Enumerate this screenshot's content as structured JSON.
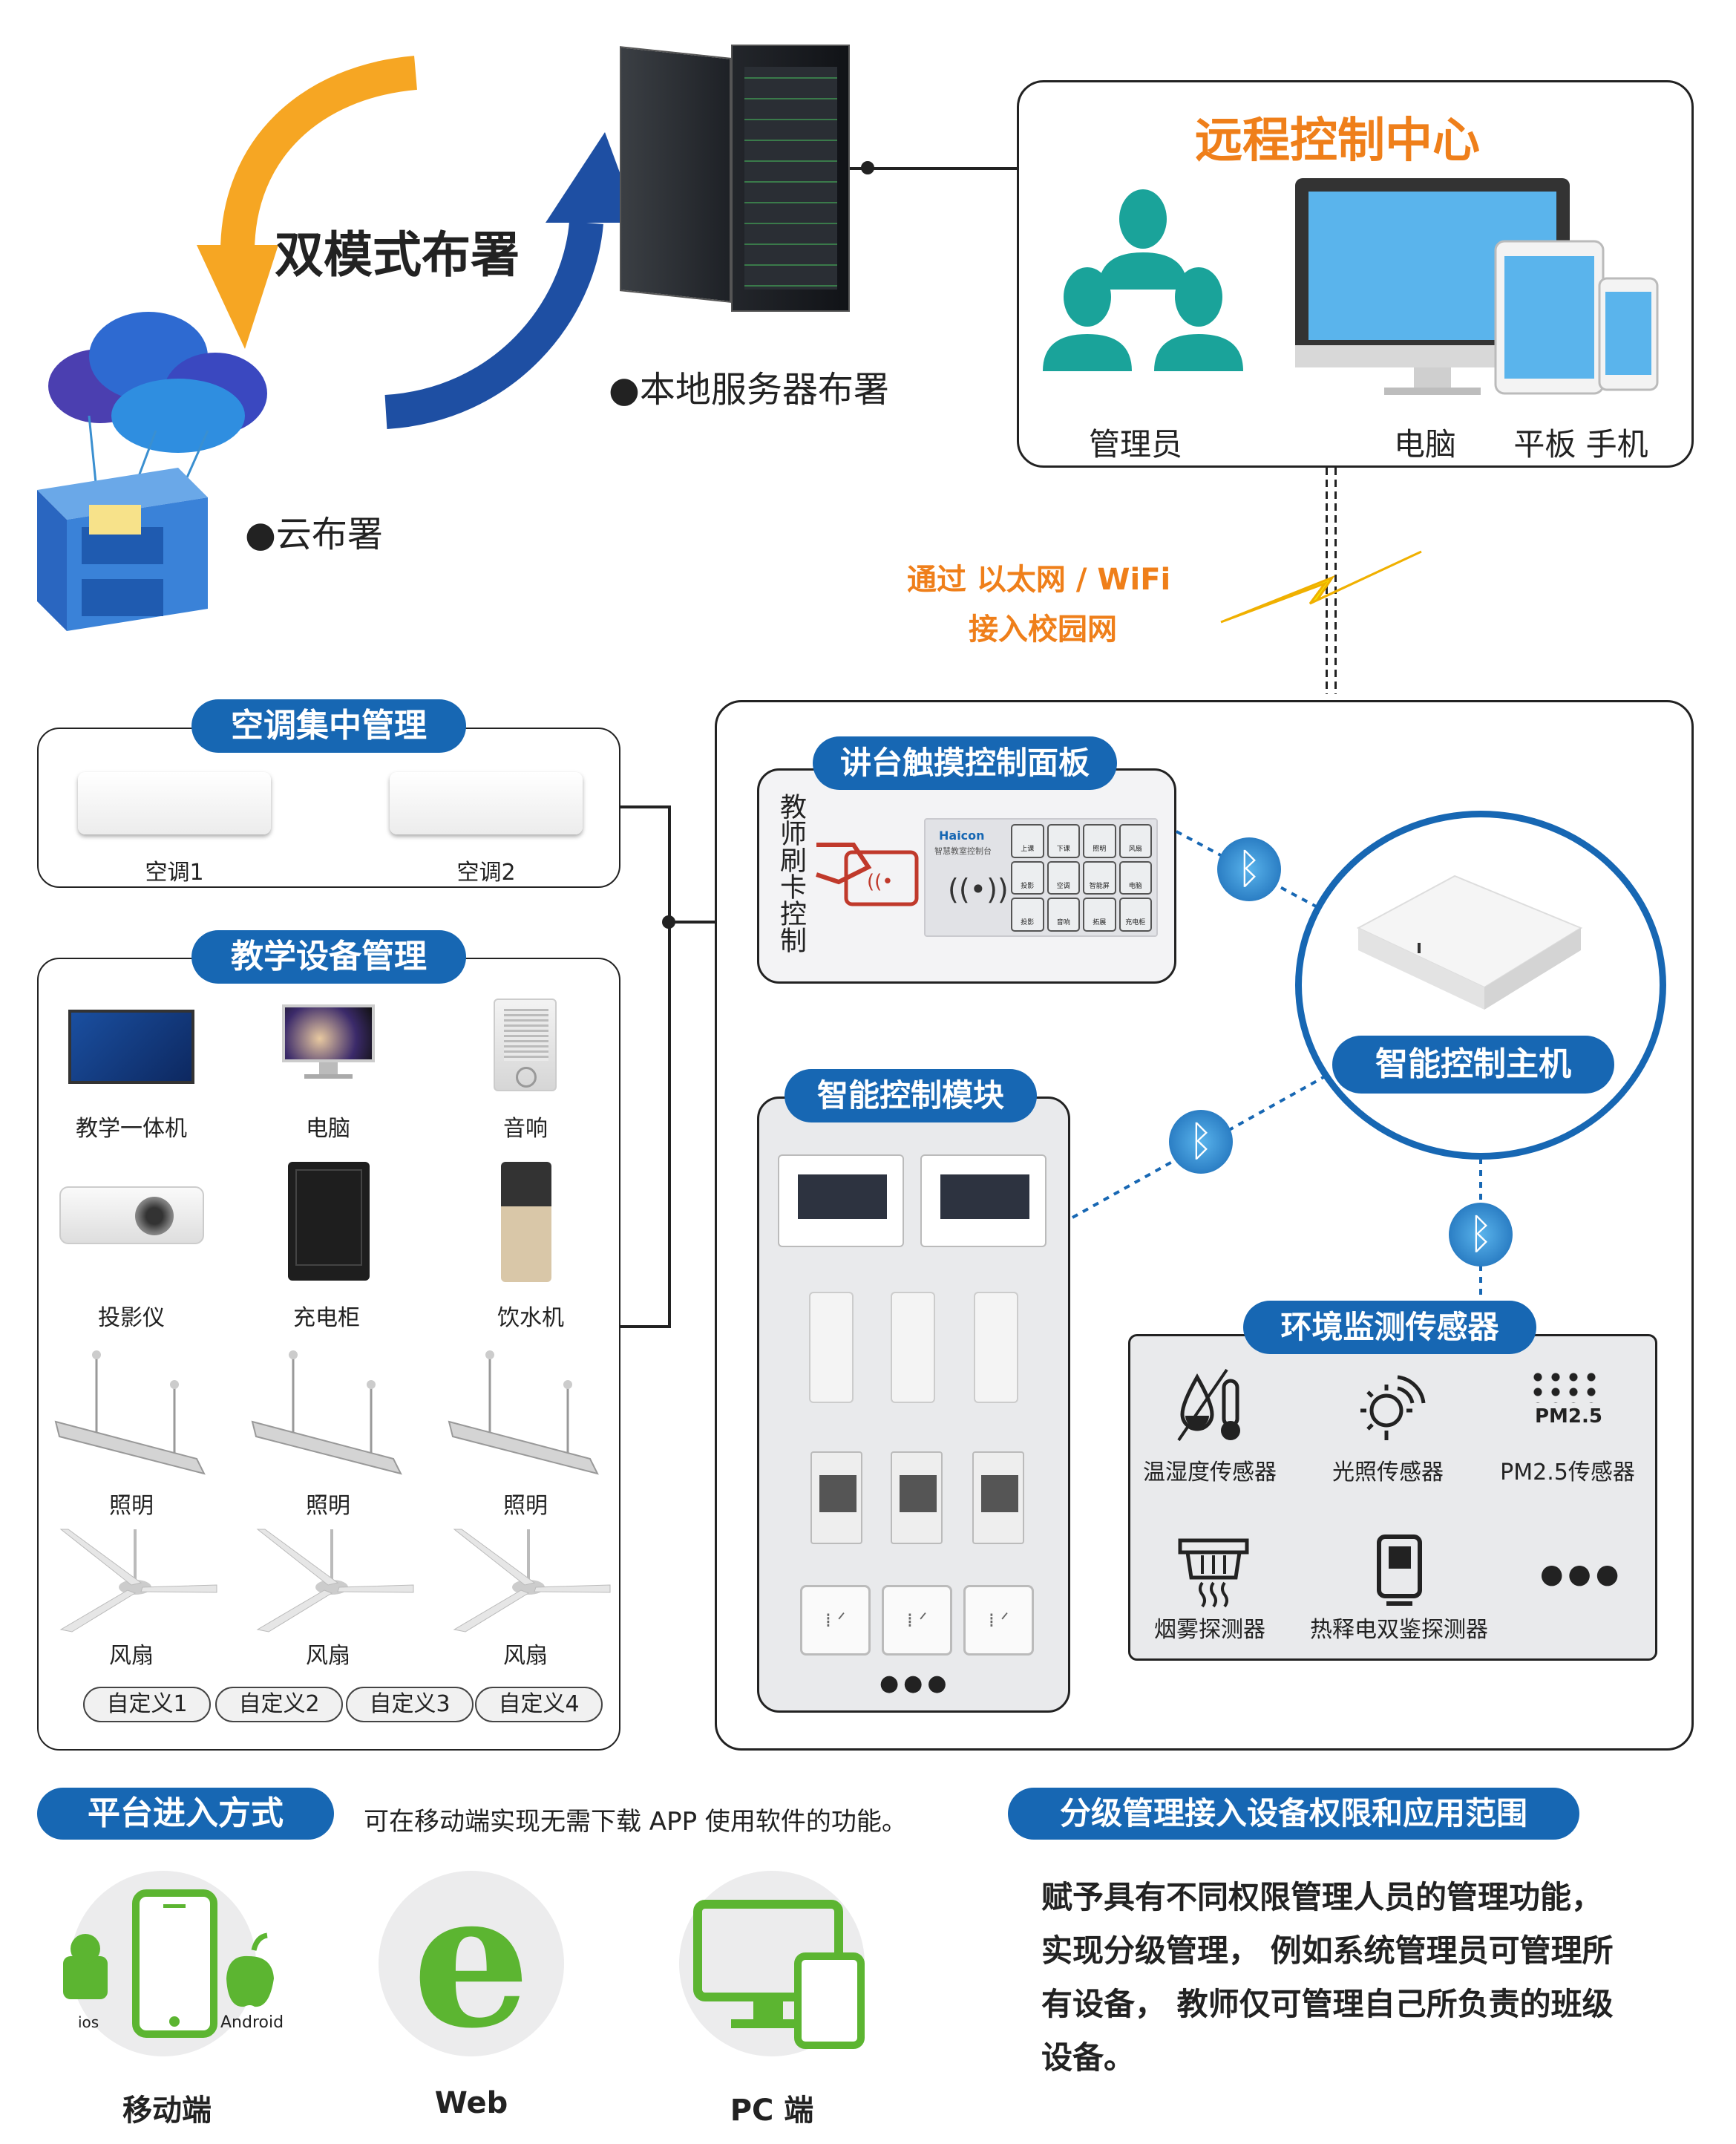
{
  "deploy": {
    "title": "双模式布署",
    "local_label": "●本地服务器布署",
    "cloud_label": "●云布署"
  },
  "remote": {
    "title": "远程控制中心",
    "admin": "管理员",
    "pc": "电脑",
    "tablet_phone": "平板 手机"
  },
  "network": {
    "line1": "通过 以太网 / WiFi",
    "line2": "接入校园网"
  },
  "ac": {
    "title": "空调集中管理",
    "items": [
      "空调1",
      "空调2"
    ]
  },
  "teaching": {
    "title": "教学设备管理",
    "items": [
      "教学一体机",
      "电脑",
      "音响",
      "投影仪",
      "充电柜",
      "饮水机",
      "照明",
      "照明",
      "照明",
      "风扇",
      "风扇",
      "风扇"
    ],
    "custom": [
      "自定义1",
      "自定义2",
      "自定义3",
      "自定义4"
    ]
  },
  "panel": {
    "title": "讲台触摸控制面板",
    "vertical": "教师刷卡控制",
    "brand": "Haicon",
    "brand_sub": "智慧教室控制台",
    "keys": [
      "上课",
      "下课",
      "照明",
      "风扇",
      "投影",
      "空调",
      "智能屏",
      "电脑",
      "投影",
      "音响",
      "拓展",
      "充电柜"
    ]
  },
  "host": {
    "title": "智能控制主机"
  },
  "module": {
    "title": "智能控制模块",
    "more": "●●●"
  },
  "env": {
    "title": "环境监测传感器",
    "items": [
      "温湿度传感器",
      "光照传感器",
      "PM2.5传感器",
      "烟雾探测器",
      "热释电双鉴探测器"
    ],
    "pm_text": "PM2.5",
    "more": "●●●"
  },
  "platform": {
    "title": "平台进入方式",
    "desc": "可在移动端实现无需下载 APP 使用软件的功能。",
    "items": [
      "移动端",
      "Web",
      "PC 端"
    ],
    "ios": "ios",
    "android": "Android"
  },
  "perm": {
    "title": "分级管理接入设备权限和应用范围",
    "lines": [
      "赋予具有不同权限管理人员的管理功能，",
      "实现分级管理， 例如系统管理员可管理所",
      "有设备， 教师仅可管理自己所负责的班级",
      "设备。"
    ]
  },
  "colors": {
    "blue": "#1767b3",
    "orange": "#ef7f1a",
    "teal": "#1aa39a",
    "green": "#5cb531",
    "yellow": "#f6a623"
  }
}
